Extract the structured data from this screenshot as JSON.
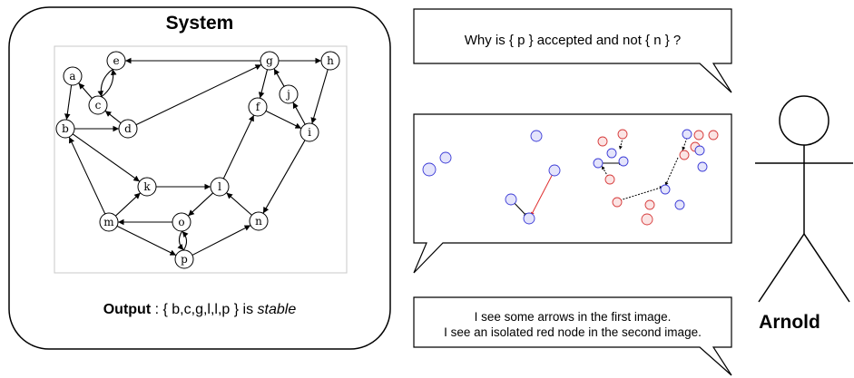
{
  "system": {
    "title": "System",
    "output_label": "Output",
    "output_rest": " : { b,c,g,l,l,p } is ",
    "output_state": "stable"
  },
  "question": "Why is { p } accepted and not { n } ?",
  "answer": {
    "line1": "I see some arrows in the first image.",
    "line2": "I see an isolated red node in the second image."
  },
  "user": {
    "name": "Arnold"
  },
  "graph": {
    "nodes": [
      "a",
      "b",
      "c",
      "d",
      "e",
      "f",
      "g",
      "h",
      "i",
      "j",
      "k",
      "l",
      "m",
      "n",
      "o",
      "p"
    ]
  },
  "colors": {
    "accepted": "#3a3ad6",
    "rejected": "#d63a3a",
    "line": "#000000"
  }
}
